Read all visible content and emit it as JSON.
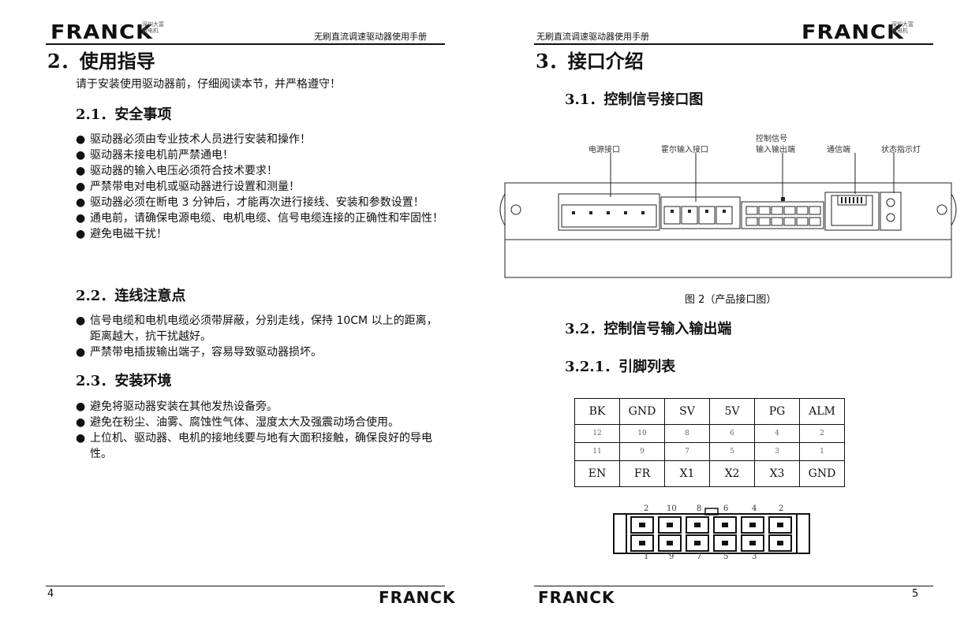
{
  "header": {
    "left_logo": "FRANCK",
    "left_seal": "深圳大富\n微电机",
    "left_title": "无刷直流调速驱动器使用手册",
    "right_title": "无刷直流调速驱动器使用手册",
    "right_logo": "FRANCK",
    "right_seal": "深圳大富\n微电机"
  },
  "left_page": {
    "section_title": "2．使用指导",
    "intro": "请于安装使用驱动器前，仔细阅读本节，并严格遵守！",
    "s21": {
      "title": "2.1．安全事项",
      "items": [
        "驱动器必须由专业技术人员进行安装和操作！",
        "驱动器未接电机前严禁通电！",
        "驱动器的输入电压必须符合技术要求！",
        "严禁带电对电机或驱动器进行设置和测量！",
        "驱动器必须在断电 3 分钟后，才能再次进行接线、安装和参数设置！",
        "通电前，请确保电源电缆、电机电缆、信号电缆连接的正确性和牢固性！",
        "避免电磁干扰！"
      ]
    },
    "s22": {
      "title": "2.2．连线注意点",
      "items": [
        "信号电缆和电机电缆必须带屏蔽，分别走线，保持 10CM 以上的距离，距离越大，抗干扰越好。",
        "严禁带电插拔输出端子，容易导致驱动器损坏。"
      ]
    },
    "s23": {
      "title": "2.3．安装环境",
      "items": [
        "避免将驱动器安装在其他发热设备旁。",
        "避免在粉尘、油雾、腐蚀性气体、湿度太大及强震动场合使用。",
        "上位机、驱动器、电机的接地线要与地有大面积接触，确保良好的导电性。"
      ]
    },
    "bullet": "●",
    "page_number": "4",
    "footer_logo": "FRANCK"
  },
  "right_page": {
    "section_title": "3．接口介绍",
    "s31_title": "3.1．控制信号接口图",
    "diagram_labels": {
      "power": "电源接口",
      "hall": "霍尔输入接口",
      "signal_line1": "控制信号",
      "signal_line2": "输入输出端",
      "comm": "通信端",
      "status": "状态指示灯"
    },
    "figure_caption": "图 2（产品接口图）",
    "s32_title": "3.2．控制信号输入输出端",
    "s321_title": "3.2.1．引脚列表",
    "pin_table": {
      "row1": [
        "BK",
        "GND",
        "SV",
        "5V",
        "PG",
        "ALM"
      ],
      "row2": [
        "12",
        "10",
        "8",
        "6",
        "4",
        "2"
      ],
      "row3": [
        "11",
        "9",
        "7",
        "5",
        "3",
        "1"
      ],
      "row4": [
        "EN",
        "FR",
        "X1",
        "X2",
        "X3",
        "GND"
      ]
    },
    "connector_top": [
      "2",
      "10",
      "8",
      "6",
      "4",
      "2"
    ],
    "connector_bottom": [
      "1",
      "9",
      "7",
      "5",
      "3"
    ],
    "page_number": "5",
    "footer_logo": "FRANCK"
  }
}
